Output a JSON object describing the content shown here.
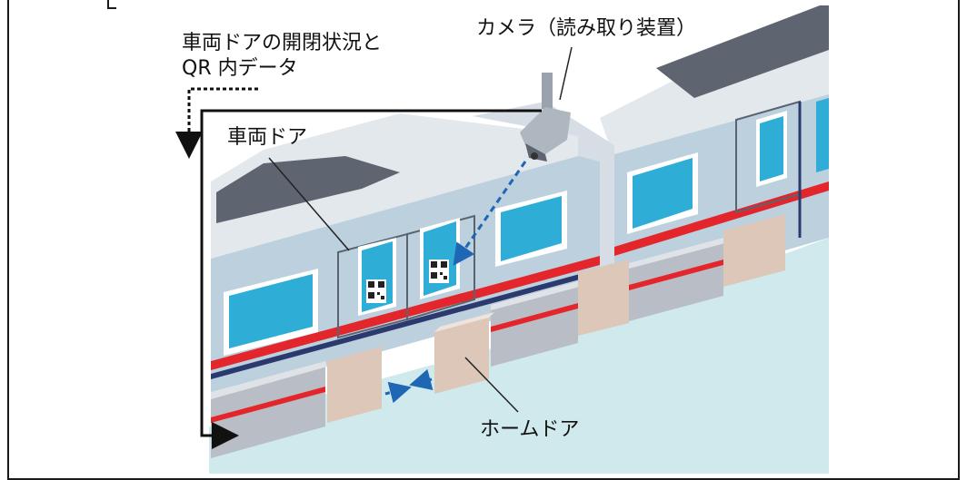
{
  "labels": {
    "signal_line1": "車両ドアの開閉状況と",
    "signal_line2": "QR 内データ",
    "camera": "カメラ（読み取り装置）",
    "car_door": "車両ドア",
    "platform_door": "ホームドア"
  },
  "colors": {
    "sky": "#ffffff",
    "platform": "#cfe9ec",
    "car_body": "#bdd0de",
    "car_roof": "#e3e8ed",
    "window": "#2eaed6",
    "red_stripe": "#e3262b",
    "navy_stripe": "#2a3a6e",
    "platform_door": "#dcc7b9",
    "arrow_blue": "#1f66b5"
  }
}
